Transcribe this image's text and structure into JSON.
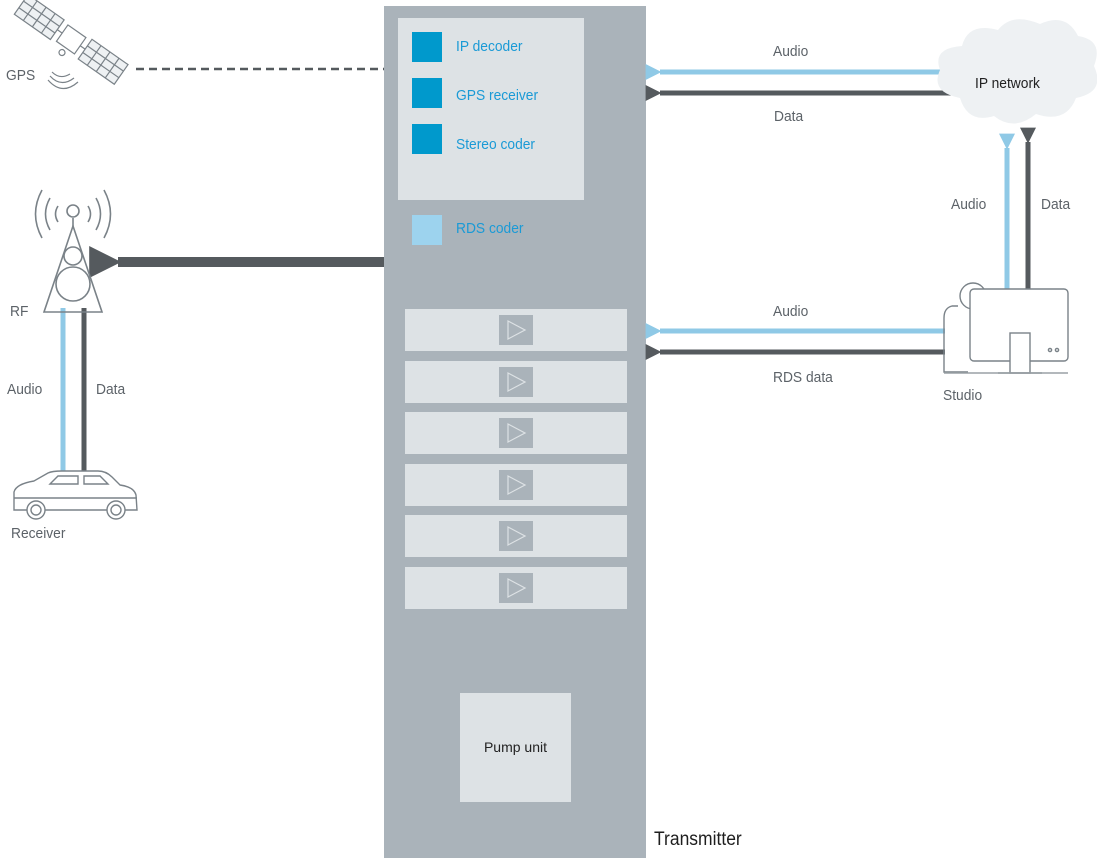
{
  "colors": {
    "transmitter_body": "#aab3ba",
    "panel": "#dde2e5",
    "module_dark": "#0099cc",
    "module_light": "#9dd3ee",
    "audio_line": "#8fc9e6",
    "data_line": "#555a5e",
    "label_text": "#5c6268",
    "module_text": "#1a9ad6"
  },
  "transmitter": {
    "label": "Transmitter",
    "modules": [
      {
        "label": "IP decoder",
        "color": "#0099cc"
      },
      {
        "label": "GPS receiver",
        "color": "#0099cc"
      },
      {
        "label": "Stereo coder",
        "color": "#0099cc"
      }
    ],
    "rds_module": {
      "label": "RDS coder",
      "color": "#9dd3ee"
    },
    "amplifier_count": 6,
    "amplifier_icon": "play-triangle-icon",
    "pump_unit": "Pump unit"
  },
  "gps": {
    "label": "GPS",
    "icon": "satellite-icon"
  },
  "rf": {
    "label": "RF",
    "icon": "antenna-tower-icon"
  },
  "receiver": {
    "label": "Receiver",
    "icon": "car-icon"
  },
  "tower_link": {
    "audio": "Audio",
    "data": "Data"
  },
  "ip_network": {
    "label": "IP network",
    "icon": "cloud-icon"
  },
  "ip_links": {
    "audio": "Audio",
    "data": "Data"
  },
  "network_links": {
    "audio": "Audio",
    "data": "Data"
  },
  "studio": {
    "label": "Studio",
    "icon": "studio-workstation-icon"
  },
  "studio_links": {
    "audio": "Audio",
    "data": "RDS data"
  }
}
